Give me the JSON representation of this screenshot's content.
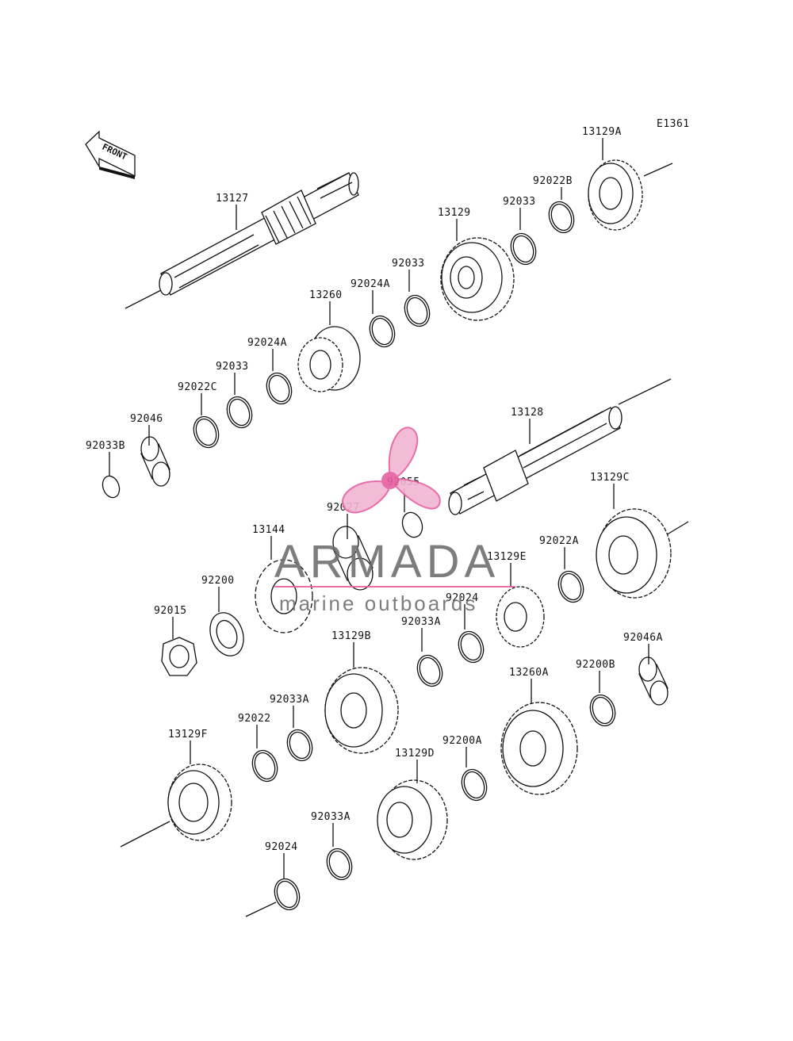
{
  "diagram_id": "E1361",
  "front_label": "FRONT",
  "watermark": {
    "title": "ARMADA",
    "subtitle": "marine outboards",
    "accent_color": "#e65ea0"
  },
  "part_labels": {
    "p13127": "13127",
    "p13129A": "13129A",
    "p92022B": "92022B",
    "p92033_top": "92033",
    "p13129": "13129",
    "p92033_b": "92033",
    "p92024A_a": "92024A",
    "p13260": "13260",
    "p92024A_b": "92024A",
    "p92033_c": "92033",
    "p92022C": "92022C",
    "p92046": "92046",
    "p92033B": "92033B",
    "p13128": "13128",
    "p92055": "92055",
    "p92027": "92027",
    "p13144": "13144",
    "p92200": "92200",
    "p92015": "92015",
    "p13129C": "13129C",
    "p92022A": "92022A",
    "p13129E": "13129E",
    "p92024_mid": "92024",
    "p92033A_a": "92033A",
    "p13129B": "13129B",
    "p92046A": "92046A",
    "p13260A": "13260A",
    "p92200B": "92200B",
    "p92033A_b": "92033A",
    "p92022": "92022",
    "p13129F": "13129F",
    "p92200A": "92200A",
    "p13129D": "13129D",
    "p92033A_c": "92033A",
    "p92024_bot": "92024"
  }
}
